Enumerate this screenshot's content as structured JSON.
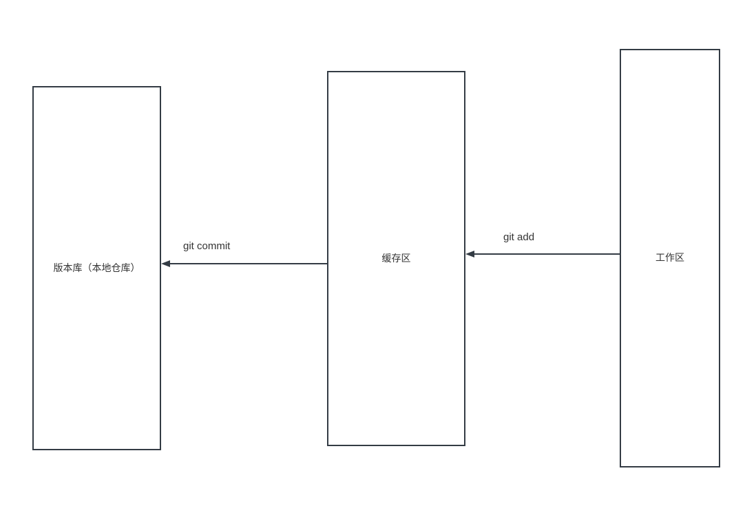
{
  "diagram": {
    "title": "git workflow diagram",
    "nodes": [
      {
        "id": "local-repository",
        "label": "版本库（本地仓库）"
      },
      {
        "id": "staging-area",
        "label": "缓存区"
      },
      {
        "id": "working-area",
        "label": "工作区"
      }
    ],
    "edges": [
      {
        "from": "staging-area",
        "to": "local-repository",
        "label": "git commit",
        "direction": "left"
      },
      {
        "from": "working-area",
        "to": "staging-area",
        "label": "git add",
        "direction": "left"
      }
    ],
    "colors": {
      "stroke": "#333b44",
      "text": "#333333",
      "background": "#ffffff"
    }
  }
}
